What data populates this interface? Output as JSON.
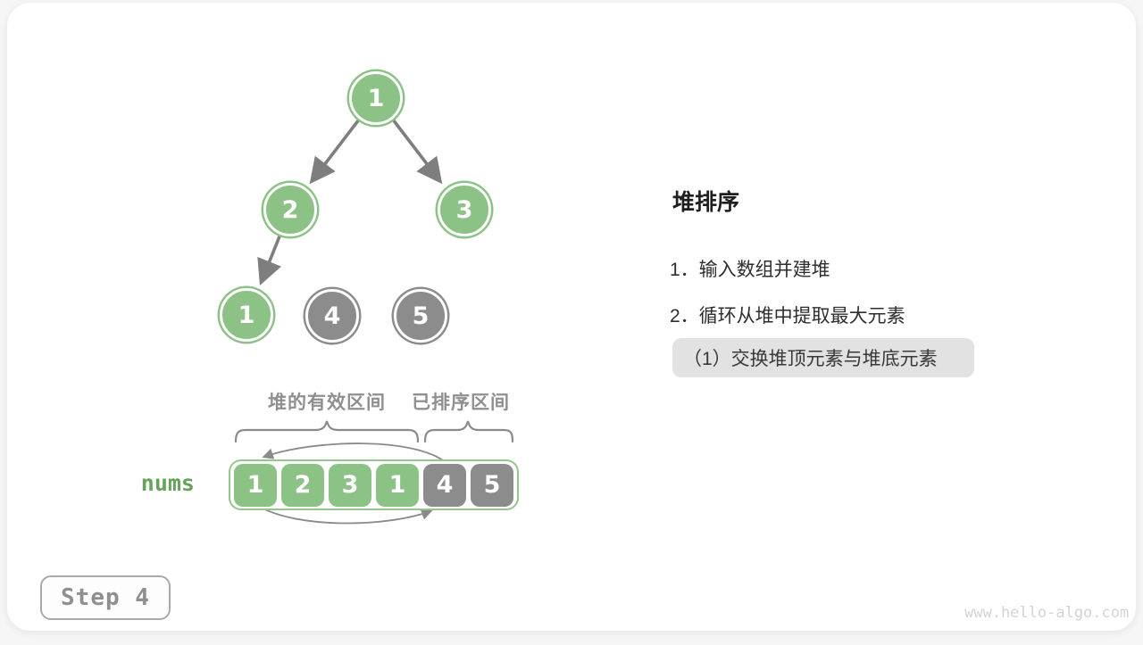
{
  "colors": {
    "node_green": "#8dc286",
    "node_gray": "#8c8c8c",
    "array_border_green": "#94c78c",
    "nums_label_green": "#67a35c",
    "edge_gray": "#7e7e7e",
    "brace_gray": "#8a8a8a",
    "highlight_bg": "#e2e2e2",
    "muted_label_gray": "#8f8f8f",
    "watermark_gray": "#d4d4d4"
  },
  "tree": {
    "nodes": [
      {
        "value": "1",
        "state": "green"
      },
      {
        "value": "2",
        "state": "green"
      },
      {
        "value": "3",
        "state": "green"
      },
      {
        "value": "1",
        "state": "green"
      },
      {
        "value": "4",
        "state": "gray"
      },
      {
        "value": "5",
        "state": "gray"
      }
    ],
    "edges": [
      "root→left",
      "root→right",
      "left→left-left"
    ]
  },
  "panel": {
    "title": "堆排序",
    "steps": [
      "1．输入数组并建堆",
      "2．循环从堆中提取最大元素"
    ],
    "highlight": "（1）交换堆顶元素与堆底元素"
  },
  "array": {
    "label": "nums",
    "cells": [
      {
        "value": "1",
        "state": "green"
      },
      {
        "value": "2",
        "state": "green"
      },
      {
        "value": "3",
        "state": "green"
      },
      {
        "value": "1",
        "state": "green"
      },
      {
        "value": "4",
        "state": "gray"
      },
      {
        "value": "5",
        "state": "gray"
      }
    ],
    "region_labels": [
      "堆的有效区间",
      "已排序区间"
    ],
    "swap_annotation": "swap arrows between index 0 and index 4"
  },
  "footer": {
    "step_label": "Step 4",
    "watermark": "www.hello-algo.com"
  }
}
